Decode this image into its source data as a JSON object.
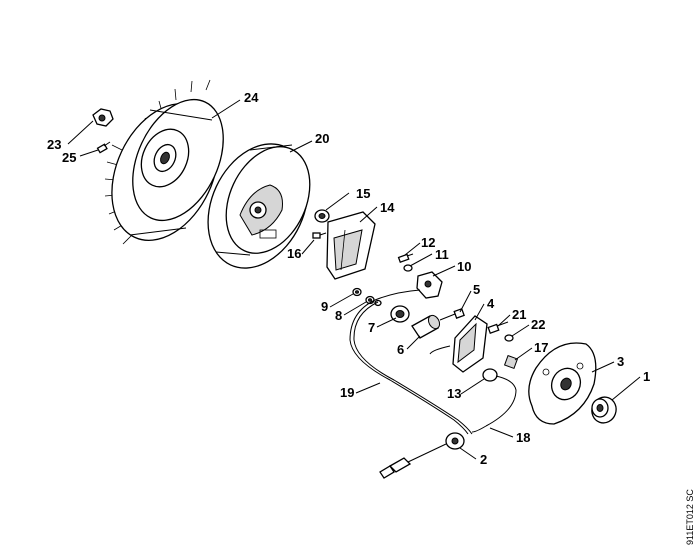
{
  "diagram": {
    "drawing_code": "911ET012 SC",
    "callouts": [
      "1",
      "2",
      "3",
      "4",
      "5",
      "6",
      "7",
      "8",
      "9",
      "10",
      "11",
      "12",
      "13",
      "14",
      "15",
      "16",
      "17",
      "18",
      "19",
      "20",
      "21",
      "22",
      "23",
      "24",
      "25"
    ]
  }
}
